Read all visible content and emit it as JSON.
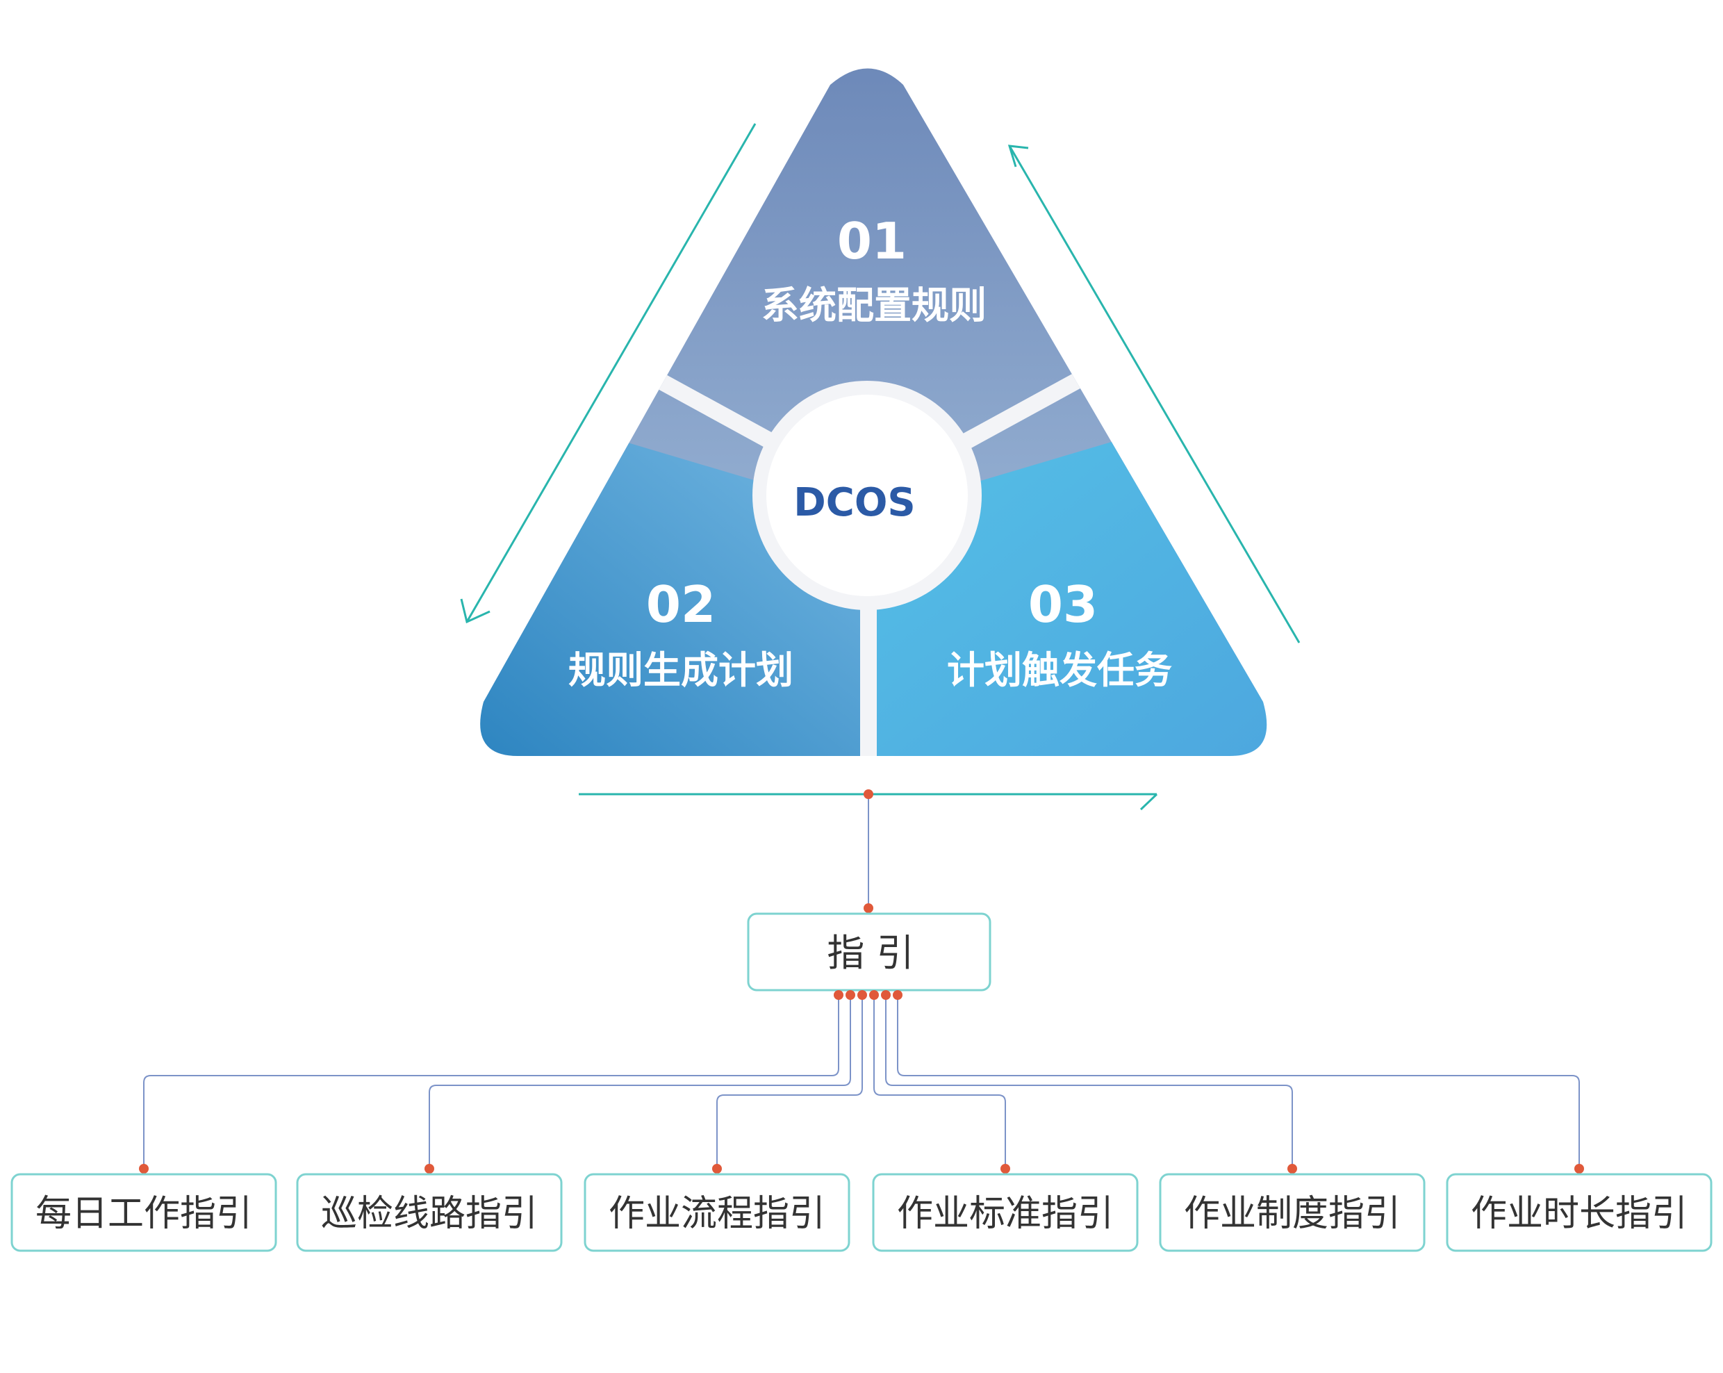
{
  "colors": {
    "teal_arrow": "#29b5ad",
    "connector_dot": "#e0593a",
    "connector_line": "#7c93c8",
    "center_text": "#2b5aa6",
    "box_border": "#7ed3d0",
    "box_text": "#333333"
  },
  "triangle": {
    "center_label": "DCOS",
    "segments": [
      {
        "number": "01",
        "label": "系统配置规则"
      },
      {
        "number": "02",
        "label": "规则生成计划"
      },
      {
        "number": "03",
        "label": "计划触发任务"
      }
    ]
  },
  "root_node": {
    "label": "指 引"
  },
  "child_nodes": [
    {
      "label": "每日工作指引"
    },
    {
      "label": "巡检线路指引"
    },
    {
      "label": "作业流程指引"
    },
    {
      "label": "作业标准指引"
    },
    {
      "label": "作业制度指引"
    },
    {
      "label": "作业时长指引"
    }
  ]
}
